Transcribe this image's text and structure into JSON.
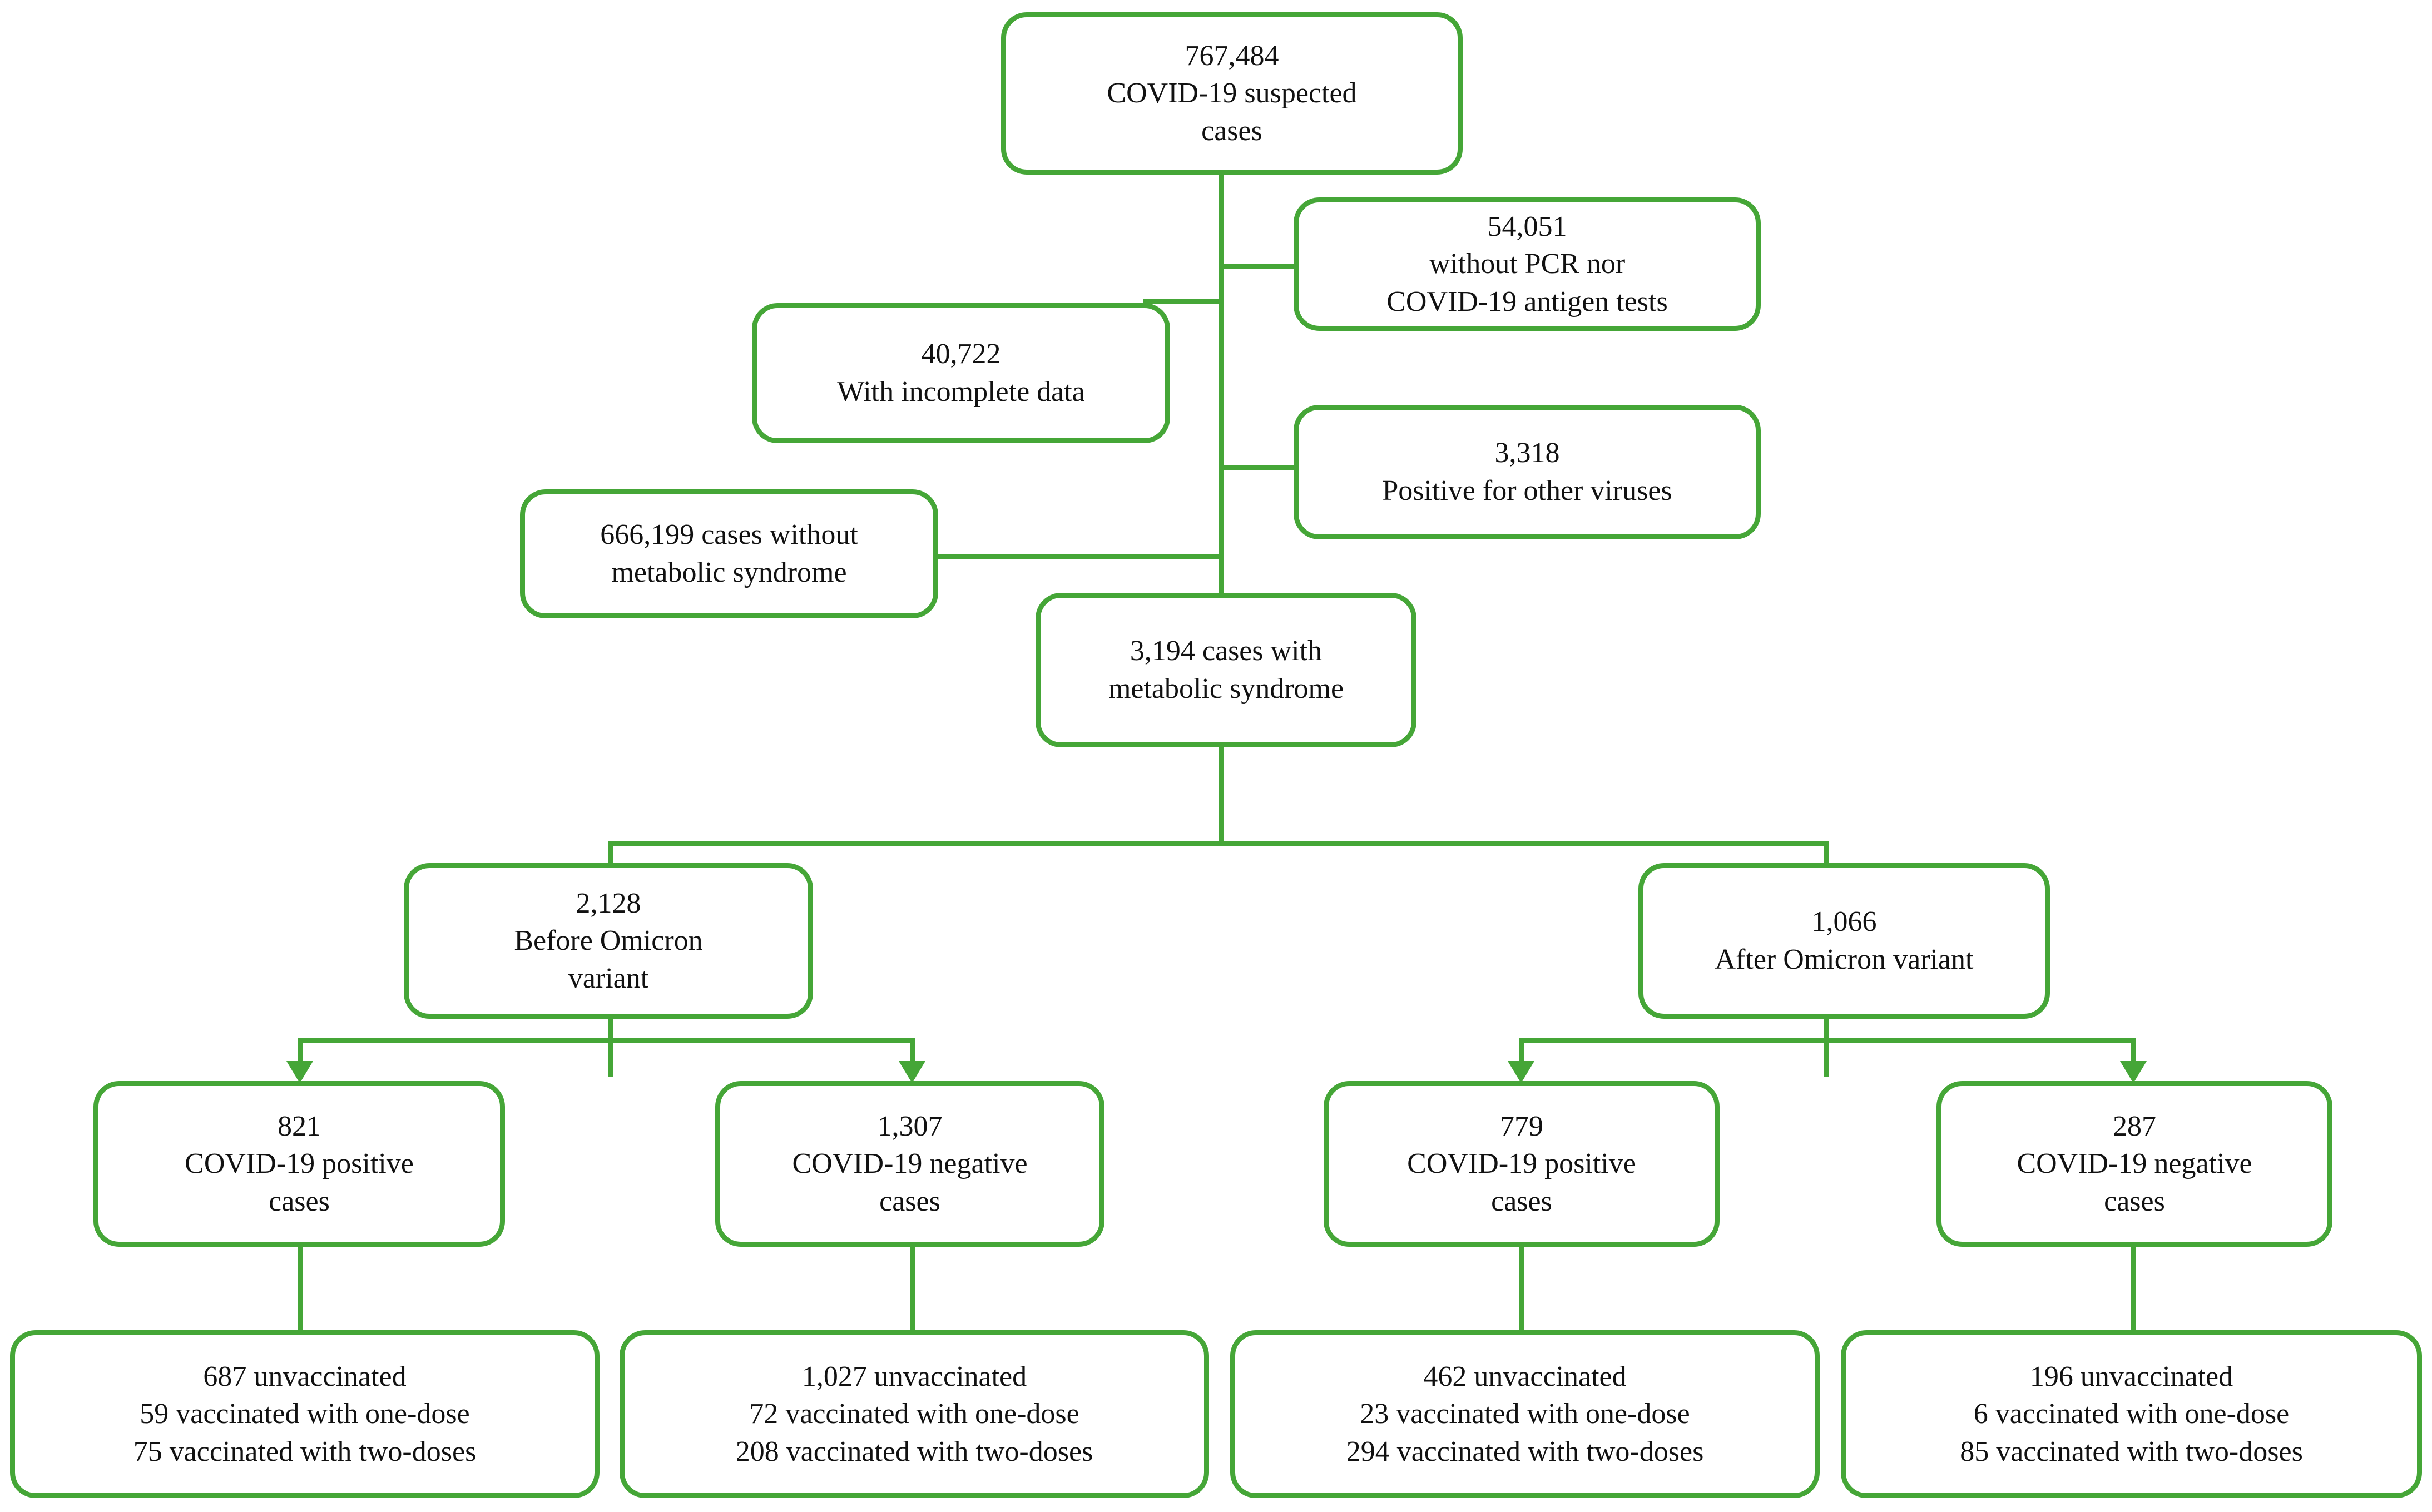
{
  "diagram": {
    "title": "COVID-19 metabolic syndrome study flow diagram",
    "accent_color": "#45a637",
    "box_fill": "#ffffff",
    "text_color": "#111111"
  },
  "nodes": {
    "suspected": {
      "lines": [
        "767,484",
        "COVID-19 suspected",
        "cases"
      ],
      "value": 767484,
      "label": "COVID-19 suspected cases"
    },
    "no_tests": {
      "lines": [
        "54,051",
        "without PCR nor",
        "COVID-19 antigen tests"
      ],
      "value": 54051,
      "label": "without PCR nor COVID-19 antigen tests"
    },
    "incomplete": {
      "lines": [
        "40,722",
        "With incomplete data"
      ],
      "value": 40722,
      "label": "With incomplete data"
    },
    "other_viruses": {
      "lines": [
        "3,318",
        "Positive for other viruses"
      ],
      "value": 3318,
      "label": "Positive for other viruses"
    },
    "without_ms": {
      "lines": [
        "666,199 cases without",
        "metabolic syndrome"
      ],
      "value": 666199,
      "label": "cases without metabolic syndrome"
    },
    "with_ms": {
      "lines": [
        "3,194 cases with",
        "metabolic syndrome"
      ],
      "value": 3194,
      "label": "cases with metabolic syndrome"
    },
    "before_omicron": {
      "lines": [
        "2,128",
        "Before Omicron",
        "variant"
      ],
      "value": 2128,
      "label": "Before Omicron variant"
    },
    "after_omicron": {
      "lines": [
        "1,066",
        "After Omicron variant"
      ],
      "value": 1066,
      "label": "After Omicron variant"
    },
    "before_positive": {
      "lines": [
        "821",
        "COVID-19 positive",
        "cases"
      ],
      "value": 821,
      "label": "COVID-19 positive cases"
    },
    "before_negative": {
      "lines": [
        "1,307",
        "COVID-19 negative",
        "cases"
      ],
      "value": 1307,
      "label": "COVID-19 negative cases"
    },
    "after_positive": {
      "lines": [
        "779",
        "COVID-19 positive",
        "cases"
      ],
      "value": 779,
      "label": "COVID-19 positive cases"
    },
    "after_negative": {
      "lines": [
        "287",
        "COVID-19 negative",
        "cases"
      ],
      "value": 287,
      "label": "COVID-19 negative cases"
    },
    "vax_before_positive": {
      "lines": [
        "687 unvaccinated",
        "59 vaccinated with one-dose",
        "75 vaccinated with two-doses"
      ],
      "unvaccinated": 687,
      "one_dose": 59,
      "two_doses": 75
    },
    "vax_before_negative": {
      "lines": [
        "1,027 unvaccinated",
        "72 vaccinated with one-dose",
        "208 vaccinated with two-doses"
      ],
      "unvaccinated": 1027,
      "one_dose": 72,
      "two_doses": 208
    },
    "vax_after_positive": {
      "lines": [
        "462 unvaccinated",
        "23 vaccinated with one-dose",
        "294 vaccinated with two-doses"
      ],
      "unvaccinated": 462,
      "one_dose": 23,
      "two_doses": 294
    },
    "vax_after_negative": {
      "lines": [
        "196 unvaccinated",
        "6 vaccinated with one-dose",
        "85 vaccinated with two-doses"
      ],
      "unvaccinated": 196,
      "one_dose": 6,
      "two_doses": 85
    }
  }
}
